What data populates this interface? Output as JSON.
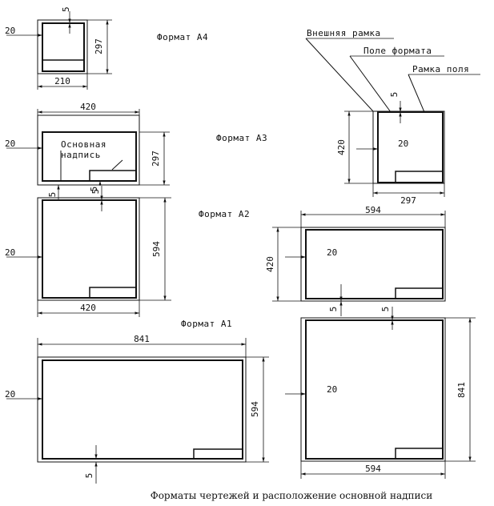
{
  "formats": {
    "a4": "Формат А4",
    "a3": "Формат А3",
    "a2": "Формат А2",
    "a1": "Формат А1"
  },
  "callouts": {
    "outer_frame": "Внешняя рамка",
    "format_field": "Поле формата",
    "field_frame": "Рамка поля",
    "title_block_line1": "Основная",
    "title_block_line2": "надпись"
  },
  "dims": {
    "margin_left": "20",
    "margin_small": "5",
    "w210": "210",
    "w297": "297",
    "w420": "420",
    "w594": "594",
    "w841": "841"
  },
  "caption": "Форматы чертежей и расположение основной надписи"
}
